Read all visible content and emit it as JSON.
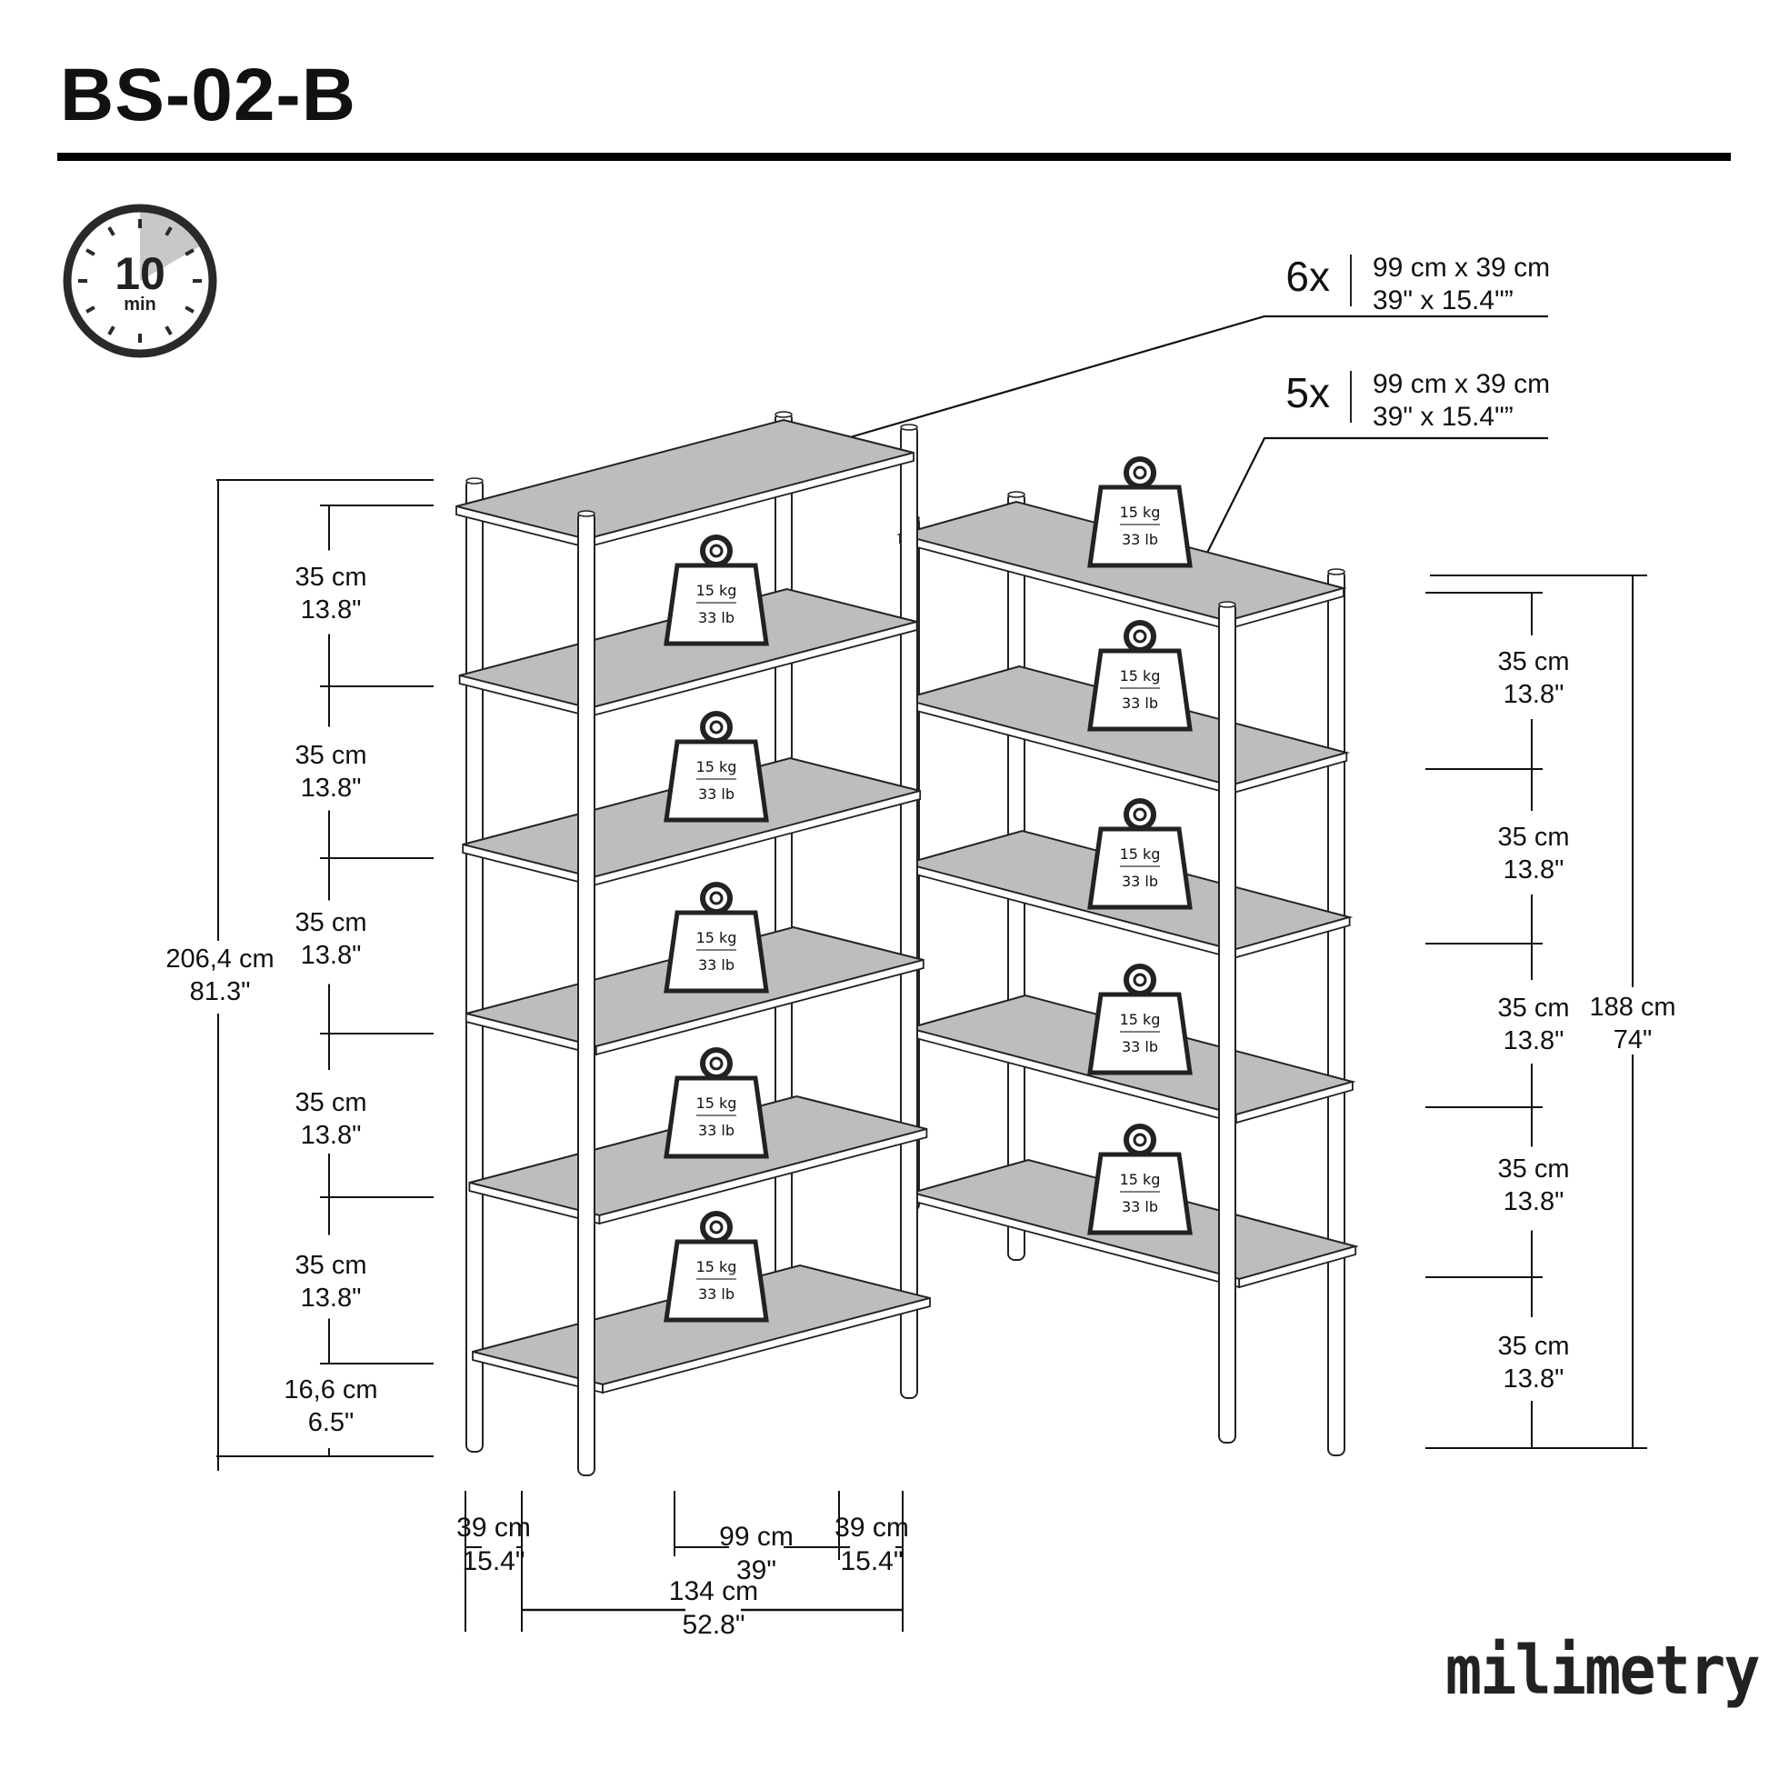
{
  "title": "BS-02-B",
  "assembly_time": {
    "value": "10",
    "unit": "min",
    "fraction_of_hour": 0.1667
  },
  "shelf_specs": [
    {
      "count": "6x",
      "metric": "99 cm x 39 cm",
      "imperial": "39\" x 15.4\"”"
    },
    {
      "count": "5x",
      "metric": "99 cm x 39 cm",
      "imperial": "39\" x 15.4\"”"
    }
  ],
  "left_unit": {
    "total_height": {
      "metric": "206,4 cm",
      "imperial": "81.3\""
    },
    "gaps": [
      {
        "metric": "35 cm",
        "imperial": "13.8\""
      },
      {
        "metric": "35 cm",
        "imperial": "13.8\""
      },
      {
        "metric": "35 cm",
        "imperial": "13.8\""
      },
      {
        "metric": "35 cm",
        "imperial": "13.8\""
      },
      {
        "metric": "35 cm",
        "imperial": "13.8\""
      },
      {
        "metric": "16,6 cm",
        "imperial": "6.5\""
      }
    ],
    "depth": {
      "metric": "39 cm",
      "imperial": "15.4\""
    },
    "shelves": 6
  },
  "right_unit": {
    "total_height": {
      "metric": "188 cm",
      "imperial": "74\""
    },
    "gaps": [
      {
        "metric": "35 cm",
        "imperial": "13.8\""
      },
      {
        "metric": "35 cm",
        "imperial": "13.8\""
      },
      {
        "metric": "35 cm",
        "imperial": "13.8\""
      },
      {
        "metric": "35 cm",
        "imperial": "13.8\""
      },
      {
        "metric": "35 cm",
        "imperial": "13.8\""
      }
    ],
    "width": {
      "metric": "99 cm",
      "imperial": "39\""
    },
    "depth": {
      "metric": "39 cm",
      "imperial": "15.4\""
    },
    "shelves": 5
  },
  "overall_width": {
    "metric": "134 cm",
    "imperial": "52.8\""
  },
  "load": {
    "metric": "15 kg",
    "imperial": "33 lb"
  },
  "colors": {
    "shelf": "#bdbdbd",
    "line": "#222222",
    "timer_fill": "#c8c8c8"
  },
  "brand": "milimetry"
}
